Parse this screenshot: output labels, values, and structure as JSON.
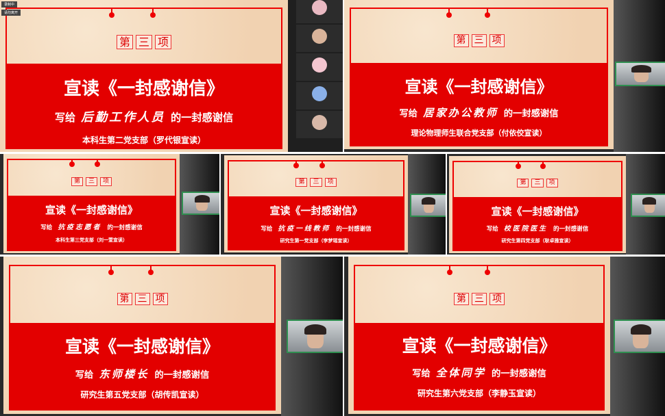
{
  "recording": {
    "label": "录制中",
    "sub_label": "请勿离开"
  },
  "slides": [
    {
      "heading": [
        "第",
        "三",
        "项"
      ],
      "title": "宣读《一封感谢信》",
      "to_prefix": "写给",
      "recipient": "后勤工作人员",
      "to_suffix": "的一封感谢信",
      "branch": "本科生第二党支部（罗代银宣读）"
    },
    {
      "heading": [
        "第",
        "三",
        "项"
      ],
      "title": "宣读《一封感谢信》",
      "to_prefix": "写给",
      "recipient": "居家办公教师",
      "to_suffix": "的一封感谢信",
      "branch": "理论物理师生联合党支部（付依佼宣读）"
    },
    {
      "heading": [
        "第",
        "三",
        "项"
      ],
      "title": "宣读《一封感谢信》",
      "to_prefix": "写给",
      "recipient": "抗疫志愿者",
      "to_suffix": "的一封感谢信",
      "branch": "本科生第三党支部（刘一萱宣读）"
    },
    {
      "heading": [
        "第",
        "三",
        "项"
      ],
      "title": "宣读《一封感谢信》",
      "to_prefix": "写给",
      "recipient": "抗疫一线教师",
      "to_suffix": "的一封感谢信",
      "branch": "研究生第一党支部（李梦瑶宣读）"
    },
    {
      "heading": [
        "第",
        "三",
        "项"
      ],
      "title": "宣读《一封感谢信》",
      "to_prefix": "写给",
      "recipient": "校医院医生",
      "to_suffix": "的一封感谢信",
      "branch": "研究生第四党支部（耿卓雅宣读）"
    },
    {
      "heading": [
        "第",
        "三",
        "项"
      ],
      "title": "宣读《一封感谢信》",
      "to_prefix": "写给",
      "recipient": "东师楼长",
      "to_suffix": "的一封感谢信",
      "branch": "研究生第五党支部（胡传凯宣读）"
    },
    {
      "heading": [
        "第",
        "三",
        "项"
      ],
      "title": "宣读《一封感谢信》",
      "to_prefix": "写给",
      "recipient": "全体同学",
      "to_suffix": "的一封感谢信",
      "branch": "研究生第六党支部（李静玉宣读）"
    }
  ],
  "accent_color": "#e30000"
}
